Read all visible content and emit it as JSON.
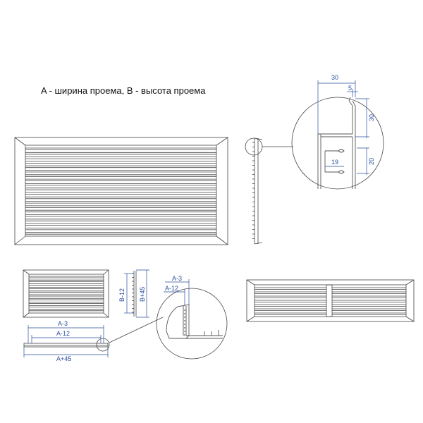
{
  "caption": "A - ширина проема, B - высота проема",
  "detail_top": {
    "dim_width": "30",
    "dim_offset": "5",
    "dim_height": "30",
    "dim_pitch_h": "19",
    "dim_pitch_v": "20"
  },
  "small_front": {
    "dim_a_minus_3": "A-3",
    "dim_a_minus_12": "A-12",
    "dim_a_plus_45": "A+45",
    "dim_b_minus_12": "B-12",
    "dim_b_plus_45": "B+45"
  },
  "detail_bottom": {
    "dim_a_minus_3": "A-3",
    "dim_a_minus_12": "A-12"
  },
  "colors": {
    "line": "#3a3a3a",
    "dimension": "#2a4f9e"
  }
}
